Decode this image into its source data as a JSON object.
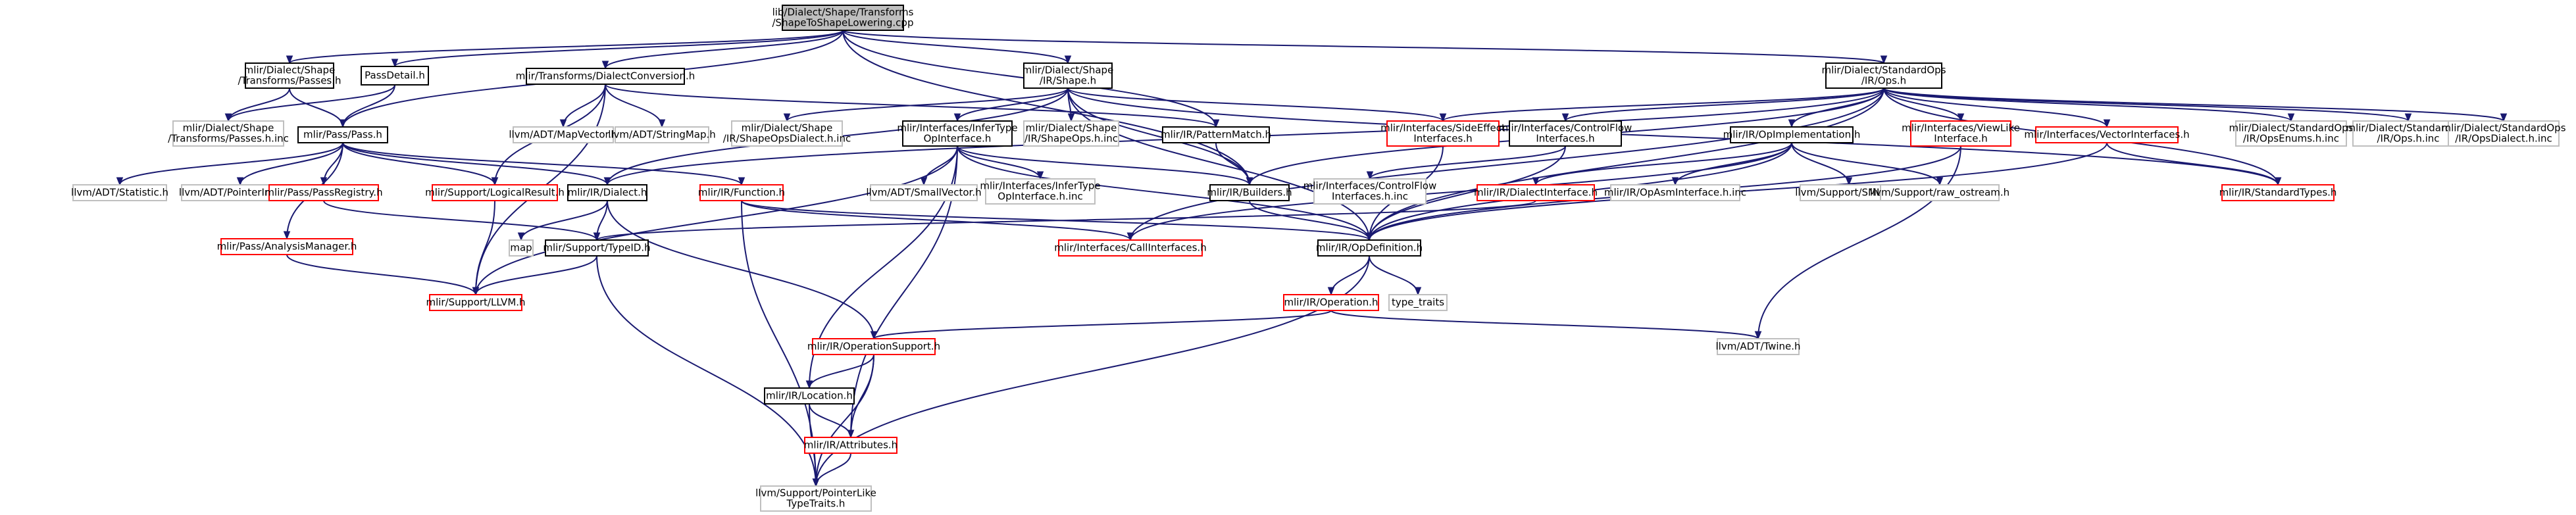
{
  "diagram": {
    "kind": "include-dependency-graph",
    "colors": {
      "edge": "#191970",
      "root_fill": "#bfbfbf",
      "documented_border": "#000000",
      "truncated_border": "#ff0000",
      "external_border": "#bfbfbf"
    },
    "nodes": [
      {
        "id": "root",
        "lines": [
          "lib/Dialect/Shape/Transforms",
          "/ShapeToShapeLowering.cpp"
        ],
        "style": "root"
      },
      {
        "id": "shape_passes_h",
        "lines": [
          "mlir/Dialect/Shape",
          "/Transforms/Passes.h"
        ],
        "style": "plain"
      },
      {
        "id": "passdetail_h",
        "lines": [
          "PassDetail.h"
        ],
        "style": "plain"
      },
      {
        "id": "transforms_dialectconversion_h",
        "lines": [
          "mlir/Transforms/DialectConversion.h"
        ],
        "style": "plain"
      },
      {
        "id": "shape_ir_shape_h",
        "lines": [
          "mlir/Dialect/Shape",
          "/IR/Shape.h"
        ],
        "style": "plain"
      },
      {
        "id": "ir_patternmatch_h",
        "lines": [
          "mlir/IR/PatternMatch.h"
        ],
        "style": "plain"
      },
      {
        "id": "standardops_ops_h",
        "lines": [
          "mlir/Dialect/StandardOps",
          "/IR/Ops.h"
        ],
        "style": "plain"
      },
      {
        "id": "shape_passes_h_inc",
        "lines": [
          "mlir/Dialect/Shape",
          "/Transforms/Passes.h.inc"
        ],
        "style": "gray"
      },
      {
        "id": "pass_pass_h",
        "lines": [
          "mlir/Pass/Pass.h"
        ],
        "style": "plain"
      },
      {
        "id": "llvm_mapvector_h",
        "lines": [
          "llvm/ADT/MapVector.h"
        ],
        "style": "gray"
      },
      {
        "id": "llvm_stringmap_h",
        "lines": [
          "llvm/ADT/StringMap.h"
        ],
        "style": "gray"
      },
      {
        "id": "shape_opsdialect_h_inc",
        "lines": [
          "mlir/Dialect/Shape",
          "/IR/ShapeOpsDialect.h.inc"
        ],
        "style": "gray"
      },
      {
        "id": "infertype_opinterface_h",
        "lines": [
          "mlir/Interfaces/InferType",
          "OpInterface.h"
        ],
        "style": "plain"
      },
      {
        "id": "shape_ops_h_inc",
        "lines": [
          "mlir/Dialect/Shape",
          "/IR/ShapeOps.h.inc"
        ],
        "style": "gray"
      },
      {
        "id": "sideeffect_interfaces_h",
        "lines": [
          "mlir/Interfaces/SideEffect",
          "Interfaces.h"
        ],
        "style": "red"
      },
      {
        "id": "controlflow_interfaces_h",
        "lines": [
          "mlir/Interfaces/ControlFlow",
          "Interfaces.h"
        ],
        "style": "plain"
      },
      {
        "id": "ir_opimplementation_h",
        "lines": [
          "mlir/IR/OpImplementation.h"
        ],
        "style": "plain"
      },
      {
        "id": "viewlike_interface_h",
        "lines": [
          "mlir/Interfaces/ViewLike",
          "Interface.h"
        ],
        "style": "red"
      },
      {
        "id": "vector_interfaces_h",
        "lines": [
          "mlir/Interfaces/VectorInterfaces.h"
        ],
        "style": "red"
      },
      {
        "id": "standardops_opsenums_h_inc",
        "lines": [
          "mlir/Dialect/StandardOps",
          "/IR/OpsEnums.h.inc"
        ],
        "style": "gray"
      },
      {
        "id": "standardops_ops_h_inc",
        "lines": [
          "mlir/Dialect/StandardOps",
          "/IR/Ops.h.inc"
        ],
        "style": "gray"
      },
      {
        "id": "standardops_opsdialect_h_inc",
        "lines": [
          "mlir/Dialect/StandardOps",
          "/IR/OpsDialect.h.inc"
        ],
        "style": "gray"
      },
      {
        "id": "llvm_statistic_h",
        "lines": [
          "llvm/ADT/Statistic.h"
        ],
        "style": "gray"
      },
      {
        "id": "llvm_pointerintpair_h",
        "lines": [
          "llvm/ADT/PointerIntPair.h"
        ],
        "style": "gray"
      },
      {
        "id": "pass_passregistry_h",
        "lines": [
          "mlir/Pass/PassRegistry.h"
        ],
        "style": "red"
      },
      {
        "id": "support_logicalresult_h",
        "lines": [
          "mlir/Support/LogicalResult.h"
        ],
        "style": "red"
      },
      {
        "id": "ir_dialect_h",
        "lines": [
          "mlir/IR/Dialect.h"
        ],
        "style": "plain"
      },
      {
        "id": "ir_function_h",
        "lines": [
          "mlir/IR/Function.h"
        ],
        "style": "red"
      },
      {
        "id": "llvm_smallvector_h",
        "lines": [
          "llvm/ADT/SmallVector.h"
        ],
        "style": "gray"
      },
      {
        "id": "infertype_opinterface_h_inc",
        "lines": [
          "mlir/Interfaces/InferType",
          "OpInterface.h.inc"
        ],
        "style": "gray"
      },
      {
        "id": "ir_builders_h",
        "lines": [
          "mlir/IR/Builders.h"
        ],
        "style": "plain"
      },
      {
        "id": "controlflow_interfaces_h_inc",
        "lines": [
          "mlir/Interfaces/ControlFlow",
          "Interfaces.h.inc"
        ],
        "style": "gray"
      },
      {
        "id": "ir_dialectinterface_h",
        "lines": [
          "mlir/IR/DialectInterface.h"
        ],
        "style": "red"
      },
      {
        "id": "ir_opasminterface_h_inc",
        "lines": [
          "mlir/IR/OpAsmInterface.h.inc"
        ],
        "style": "gray"
      },
      {
        "id": "llvm_smloc_h",
        "lines": [
          "llvm/Support/SMLoc.h"
        ],
        "style": "gray"
      },
      {
        "id": "llvm_raw_ostream_h",
        "lines": [
          "llvm/Support/raw_ostream.h"
        ],
        "style": "gray"
      },
      {
        "id": "ir_standardtypes_h",
        "lines": [
          "mlir/IR/StandardTypes.h"
        ],
        "style": "red"
      },
      {
        "id": "pass_analysismanager_h",
        "lines": [
          "mlir/Pass/AnalysisManager.h"
        ],
        "style": "red"
      },
      {
        "id": "map",
        "lines": [
          "map"
        ],
        "style": "gray"
      },
      {
        "id": "support_typeid_h",
        "lines": [
          "mlir/Support/TypeID.h"
        ],
        "style": "plain"
      },
      {
        "id": "callinterfaces_h",
        "lines": [
          "mlir/Interfaces/CallInterfaces.h"
        ],
        "style": "red"
      },
      {
        "id": "ir_opdefinition_h",
        "lines": [
          "mlir/IR/OpDefinition.h"
        ],
        "style": "plain"
      },
      {
        "id": "support_llvm_h",
        "lines": [
          "mlir/Support/LLVM.h"
        ],
        "style": "red"
      },
      {
        "id": "ir_operation_h",
        "lines": [
          "mlir/IR/Operation.h"
        ],
        "style": "red"
      },
      {
        "id": "type_traits",
        "lines": [
          "type_traits"
        ],
        "style": "gray"
      },
      {
        "id": "ir_operationsupport_h",
        "lines": [
          "mlir/IR/OperationSupport.h"
        ],
        "style": "red"
      },
      {
        "id": "llvm_twine_h",
        "lines": [
          "llvm/ADT/Twine.h"
        ],
        "style": "gray"
      },
      {
        "id": "ir_location_h",
        "lines": [
          "mlir/IR/Location.h"
        ],
        "style": "plain"
      },
      {
        "id": "ir_attributes_h",
        "lines": [
          "mlir/IR/Attributes.h"
        ],
        "style": "red"
      },
      {
        "id": "llvm_pointerliketypetraits_h",
        "lines": [
          "llvm/Support/PointerLike",
          "TypeTraits.h"
        ],
        "style": "gray"
      }
    ],
    "edges": [
      [
        "root",
        "shape_passes_h"
      ],
      [
        "root",
        "passdetail_h"
      ],
      [
        "root",
        "transforms_dialectconversion_h"
      ],
      [
        "root",
        "shape_ir_shape_h"
      ],
      [
        "root",
        "ir_patternmatch_h"
      ],
      [
        "root",
        "standardops_ops_h"
      ],
      [
        "root",
        "pass_pass_h"
      ],
      [
        "root",
        "ir_builders_h"
      ],
      [
        "shape_passes_h",
        "shape_passes_h_inc"
      ],
      [
        "shape_passes_h",
        "pass_pass_h"
      ],
      [
        "passdetail_h",
        "pass_pass_h"
      ],
      [
        "passdetail_h",
        "shape_passes_h_inc"
      ],
      [
        "transforms_dialectconversion_h",
        "llvm_mapvector_h"
      ],
      [
        "transforms_dialectconversion_h",
        "llvm_stringmap_h"
      ],
      [
        "transforms_dialectconversion_h",
        "ir_patternmatch_h"
      ],
      [
        "transforms_dialectconversion_h",
        "support_llvm_h"
      ],
      [
        "transforms_dialectconversion_h",
        "support_logicalresult_h"
      ],
      [
        "shape_ir_shape_h",
        "shape_opsdialect_h_inc"
      ],
      [
        "shape_ir_shape_h",
        "infertype_opinterface_h"
      ],
      [
        "shape_ir_shape_h",
        "shape_ops_h_inc"
      ],
      [
        "shape_ir_shape_h",
        "sideeffect_interfaces_h"
      ],
      [
        "shape_ir_shape_h",
        "ir_builders_h"
      ],
      [
        "shape_ir_shape_h",
        "ir_dialect_h"
      ],
      [
        "shape_ir_shape_h",
        "ir_opdefinition_h"
      ],
      [
        "shape_ir_shape_h",
        "ir_standardtypes_h"
      ],
      [
        "ir_patternmatch_h",
        "ir_builders_h"
      ],
      [
        "standardops_ops_h",
        "ir_builders_h"
      ],
      [
        "standardops_ops_h",
        "ir_dialect_h"
      ],
      [
        "standardops_ops_h",
        "controlflow_interfaces_h"
      ],
      [
        "standardops_ops_h",
        "sideeffect_interfaces_h"
      ],
      [
        "standardops_ops_h",
        "ir_opimplementation_h"
      ],
      [
        "standardops_ops_h",
        "viewlike_interface_h"
      ],
      [
        "standardops_ops_h",
        "vector_interfaces_h"
      ],
      [
        "standardops_ops_h",
        "standardops_opsenums_h_inc"
      ],
      [
        "standardops_ops_h",
        "standardops_ops_h_inc"
      ],
      [
        "standardops_ops_h",
        "standardops_opsdialect_h_inc"
      ],
      [
        "standardops_ops_h",
        "ir_standardtypes_h"
      ],
      [
        "standardops_ops_h",
        "callinterfaces_h"
      ],
      [
        "standardops_ops_h",
        "ir_opdefinition_h"
      ],
      [
        "pass_pass_h",
        "llvm_statistic_h"
      ],
      [
        "pass_pass_h",
        "llvm_pointerintpair_h"
      ],
      [
        "pass_pass_h",
        "pass_passregistry_h"
      ],
      [
        "pass_pass_h",
        "pass_analysismanager_h"
      ],
      [
        "pass_pass_h",
        "support_logicalresult_h"
      ],
      [
        "pass_pass_h",
        "ir_dialect_h"
      ],
      [
        "pass_pass_h",
        "ir_function_h"
      ],
      [
        "infertype_opinterface_h",
        "llvm_smallvector_h"
      ],
      [
        "infertype_opinterface_h",
        "infertype_opinterface_h_inc"
      ],
      [
        "infertype_opinterface_h",
        "ir_builders_h"
      ],
      [
        "infertype_opinterface_h",
        "ir_opdefinition_h"
      ],
      [
        "infertype_opinterface_h",
        "ir_location_h"
      ],
      [
        "infertype_opinterface_h",
        "ir_attributes_h"
      ],
      [
        "infertype_opinterface_h",
        "support_llvm_h"
      ],
      [
        "sideeffect_interfaces_h",
        "ir_opdefinition_h"
      ],
      [
        "controlflow_interfaces_h",
        "controlflow_interfaces_h_inc"
      ],
      [
        "controlflow_interfaces_h",
        "ir_opdefinition_h"
      ],
      [
        "ir_opimplementation_h",
        "ir_dialectinterface_h"
      ],
      [
        "ir_opimplementation_h",
        "ir_opasminterface_h_inc"
      ],
      [
        "ir_opimplementation_h",
        "llvm_smloc_h"
      ],
      [
        "ir_opimplementation_h",
        "llvm_raw_ostream_h"
      ],
      [
        "ir_opimplementation_h",
        "ir_opdefinition_h"
      ],
      [
        "ir_opimplementation_h",
        "callinterfaces_h"
      ],
      [
        "viewlike_interface_h",
        "ir_opdefinition_h"
      ],
      [
        "viewlike_interface_h",
        "llvm_twine_h"
      ],
      [
        "vector_interfaces_h",
        "ir_standardtypes_h"
      ],
      [
        "vector_interfaces_h",
        "ir_opdefinition_h"
      ],
      [
        "pass_passregistry_h",
        "support_typeid_h"
      ],
      [
        "support_logicalresult_h",
        "support_llvm_h"
      ],
      [
        "ir_dialect_h",
        "map"
      ],
      [
        "ir_dialect_h",
        "support_typeid_h"
      ],
      [
        "ir_dialect_h",
        "ir_operationsupport_h"
      ],
      [
        "ir_function_h",
        "callinterfaces_h"
      ],
      [
        "ir_function_h",
        "ir_opdefinition_h"
      ],
      [
        "ir_function_h",
        "llvm_pointerliketypetraits_h"
      ],
      [
        "ir_builders_h",
        "ir_opdefinition_h"
      ],
      [
        "ir_dialectinterface_h",
        "support_typeid_h"
      ],
      [
        "pass_analysismanager_h",
        "support_llvm_h"
      ],
      [
        "support_typeid_h",
        "support_llvm_h"
      ],
      [
        "support_typeid_h",
        "llvm_pointerliketypetraits_h"
      ],
      [
        "ir_opdefinition_h",
        "ir_operation_h"
      ],
      [
        "ir_opdefinition_h",
        "type_traits"
      ],
      [
        "ir_opdefinition_h",
        "llvm_pointerliketypetraits_h"
      ],
      [
        "ir_operation_h",
        "ir_operationsupport_h"
      ],
      [
        "ir_operation_h",
        "llvm_twine_h"
      ],
      [
        "ir_operationsupport_h",
        "ir_location_h"
      ],
      [
        "ir_operationsupport_h",
        "ir_attributes_h"
      ],
      [
        "ir_operationsupport_h",
        "llvm_pointerliketypetraits_h"
      ],
      [
        "ir_location_h",
        "ir_attributes_h"
      ],
      [
        "ir_location_h",
        "llvm_pointerliketypetraits_h"
      ],
      [
        "ir_attributes_h",
        "llvm_pointerliketypetraits_h"
      ]
    ]
  }
}
